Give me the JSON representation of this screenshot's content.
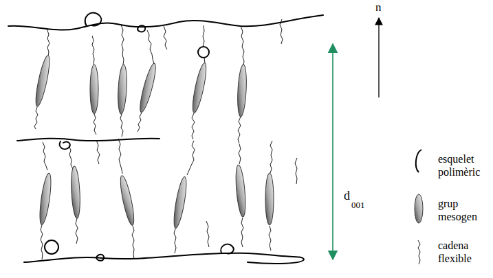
{
  "diagram": {
    "labels": [
      "n",
      "d",
      "001"
    ],
    "legend": [
      {
        "text": "esquelet polimèric"
      },
      {
        "text": "grup mesogen"
      },
      {
        "text": "cadena flexible"
      }
    ]
  }
}
